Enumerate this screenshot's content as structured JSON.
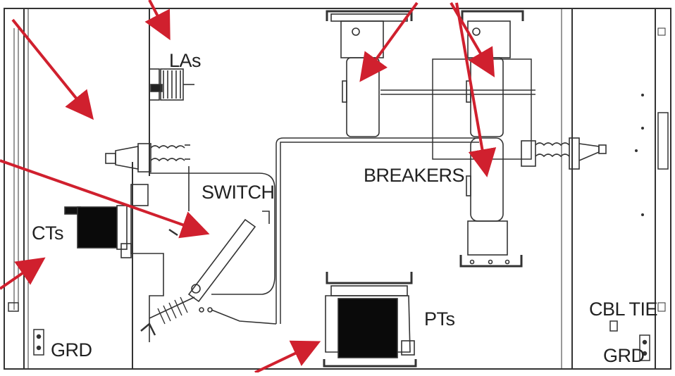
{
  "labels": {
    "las": "LAs",
    "switch": "SWITCH",
    "breakers": "BREAKERS",
    "cts": "CTs",
    "pts": "PTs",
    "cbl_tie": "CBL TIE",
    "grd_left": "GRD",
    "grd_right": "GRD"
  },
  "colors": {
    "arrow": "#d0202e",
    "line": "#333333",
    "fill": "#000000"
  }
}
